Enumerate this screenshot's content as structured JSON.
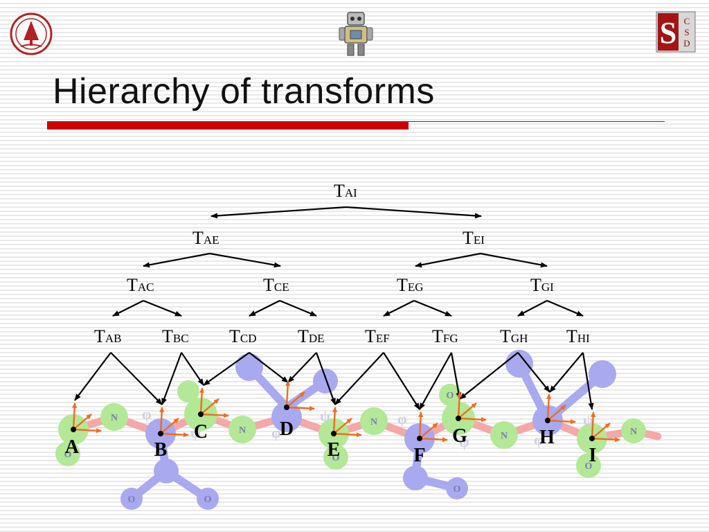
{
  "slide": {
    "title": "Hierarchy of transforms",
    "logos": {
      "seal": "stanford-seal-logo",
      "robot": "robot-logo",
      "csd": {
        "letters": [
          "C",
          "S",
          "D"
        ],
        "icon": "stanford-csd-logo"
      }
    }
  },
  "colors": {
    "title_rule": "#cc0000",
    "axis": "#f26b1d",
    "arrow": "#000000",
    "atom_green": "#b3e896",
    "atom_blue": "#a9a9f0",
    "bond_red": "#f4a8a8"
  },
  "tree": {
    "root": {
      "id": "AI",
      "T": "T",
      "sub": "AI"
    },
    "level1": [
      {
        "id": "AE",
        "T": "T",
        "sub": "AE"
      },
      {
        "id": "EI",
        "T": "T",
        "sub": "EI"
      }
    ],
    "level2": [
      {
        "id": "AC",
        "T": "T",
        "sub": "AC"
      },
      {
        "id": "CE",
        "T": "T",
        "sub": "CE"
      },
      {
        "id": "EG",
        "T": "T",
        "sub": "EG"
      },
      {
        "id": "GI",
        "T": "T",
        "sub": "GI"
      }
    ],
    "level3": [
      {
        "id": "AB",
        "T": "T",
        "sub": "AB"
      },
      {
        "id": "BC",
        "T": "T",
        "sub": "BC"
      },
      {
        "id": "CD",
        "T": "T",
        "sub": "CD"
      },
      {
        "id": "DE",
        "T": "T",
        "sub": "DE"
      },
      {
        "id": "EF",
        "T": "T",
        "sub": "EF"
      },
      {
        "id": "FG",
        "T": "T",
        "sub": "FG"
      },
      {
        "id": "GH",
        "T": "T",
        "sub": "GH"
      },
      {
        "id": "HI",
        "T": "T",
        "sub": "HI"
      }
    ]
  },
  "points": [
    "A",
    "B",
    "C",
    "D",
    "E",
    "F",
    "G",
    "H",
    "I"
  ],
  "molecule_labels": {
    "nitrogen": "N",
    "oxygen": "O",
    "phi": "φ",
    "psi": "ψ"
  }
}
